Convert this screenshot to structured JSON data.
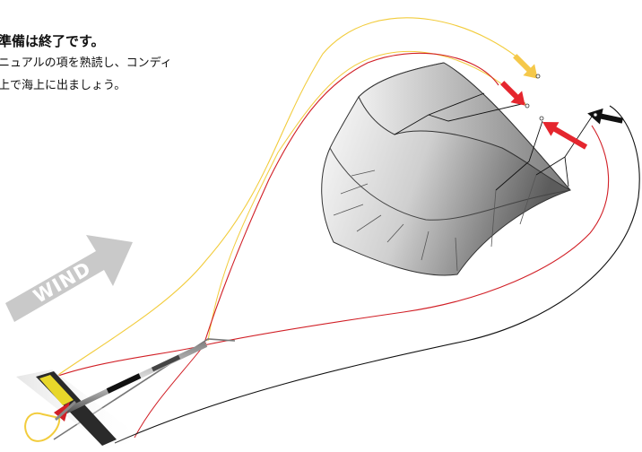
{
  "caption": {
    "title": "準備は終了です。",
    "line1": "ニュアルの項を熟読し、コンディ",
    "line2": "上で海上に出ましょう。"
  },
  "wind_label": "WIND",
  "colors": {
    "front_line": "#d11f26",
    "steering_line": "#f2cc3c",
    "back_line": "#111111",
    "arrow_red": "#e5262e",
    "arrow_yellow": "#f5c84a",
    "arrow_black": "#111111",
    "wind_arrow": "#c9c9c9"
  },
  "icons": [
    "wind-arrow-icon",
    "connection-arrow-icon"
  ]
}
